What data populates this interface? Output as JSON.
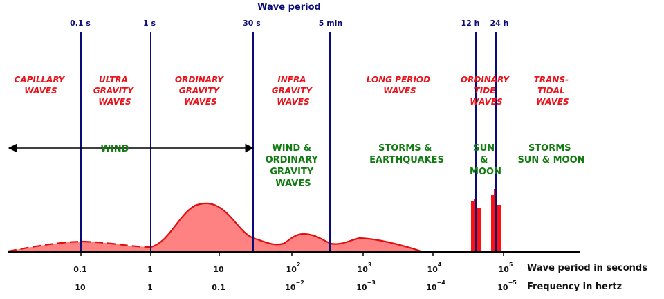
{
  "title": "Wave period",
  "period_lines": [
    "0.1 s",
    "1 s",
    "30 s",
    "5 min",
    "12 h",
    "24 h"
  ],
  "regions": [
    [
      "CAPILLARY",
      "WAVES"
    ],
    [
      "ULTRA",
      "GRAVITY",
      "WAVES"
    ],
    [
      "ORDINARY",
      "GRAVITY",
      "WAVES"
    ],
    [
      "INFRA",
      "GRAVITY",
      "WAVES"
    ],
    [
      "LONG PERIOD",
      "WAVES"
    ],
    [
      "ORDINARY",
      "TIDE",
      "WAVES"
    ],
    [
      "TRANS-",
      "TIDAL",
      "WAVES"
    ]
  ],
  "forcings": [
    [
      "WIND"
    ],
    [
      "WIND &",
      "ORDINARY",
      "GRAVITY",
      "WAVES"
    ],
    [
      "STORMS &",
      "EARTHQUAKES"
    ],
    [
      "SUN",
      "&",
      "MOON"
    ],
    [
      "STORMS",
      "SUN & MOON"
    ]
  ],
  "period_ticks": [
    {
      "base": "0.1",
      "exp": ""
    },
    {
      "base": "1",
      "exp": ""
    },
    {
      "base": "10",
      "exp": ""
    },
    {
      "base": "10",
      "exp": "2"
    },
    {
      "base": "10",
      "exp": "3"
    },
    {
      "base": "10",
      "exp": "4"
    },
    {
      "base": "10",
      "exp": "5"
    }
  ],
  "frequency_ticks": [
    {
      "base": "10",
      "exp": ""
    },
    {
      "base": "1",
      "exp": ""
    },
    {
      "base": "0.1",
      "exp": ""
    },
    {
      "base": "10",
      "exp": "−2"
    },
    {
      "base": "10",
      "exp": "−3"
    },
    {
      "base": "10",
      "exp": "−4"
    },
    {
      "base": "10",
      "exp": "−5"
    }
  ],
  "axis_period_label": "Wave period in seconds",
  "axis_frequency_label": "Frequency in hertz",
  "colors": {
    "line": "#0a0a78",
    "region": "#e8131b",
    "source": "#127c12",
    "spectrum_fill": "#ff8282",
    "spectrum_stroke": "#e40d0d"
  }
}
